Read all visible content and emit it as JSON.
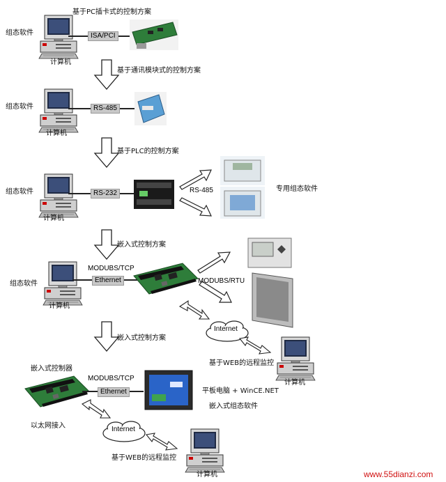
{
  "labels": {
    "s1_title": "基于PC插卡式的控制方案",
    "s1_software": "组态软件",
    "s1_pc": "计算机",
    "s1_bus": "ISA/PCI",
    "s2_title": "基于通讯模块式的控制方案",
    "s2_software": "组态软件",
    "s2_pc": "计算机",
    "s2_bus": "RS-485",
    "s3_title": "基于PLC的控制方案",
    "s3_software": "组态软件",
    "s3_pc": "计算机",
    "s3_bus": "RS-232",
    "s3_rs485": "RS-485",
    "s3_hmi": "专用组态软件",
    "s4_title": "嵌入式控制方案",
    "s4_software": "组态软件",
    "s4_pc": "计算机",
    "s4_protocol": "MODUBS/TCP",
    "s4_bus": "Ethernet",
    "s4_rtu": "MODUBS/RTU",
    "s4_internet": "Internet",
    "s4_web": "基于WEB的远程监控",
    "s4_remote_pc": "计算机",
    "s5_title": "嵌入式控制方案",
    "s5_controller": "嵌入式控制器",
    "s5_protocol": "MODUBS/TCP",
    "s5_bus": "Ethernet",
    "s5_panel": "平板电脑 + WinCE.NET",
    "s5_embedded_sw": "嵌入式组态软件",
    "s5_lan": "以太网接入",
    "s5_internet": "Internet",
    "s5_web": "基于WEB的远程监控",
    "s5_remote_pc": "计算机"
  },
  "watermark": "www.55dianzi.com",
  "colors": {
    "board_green": "#2e7d3a",
    "watermark": "#d01010",
    "tag_gray": "#c8c8c8"
  }
}
